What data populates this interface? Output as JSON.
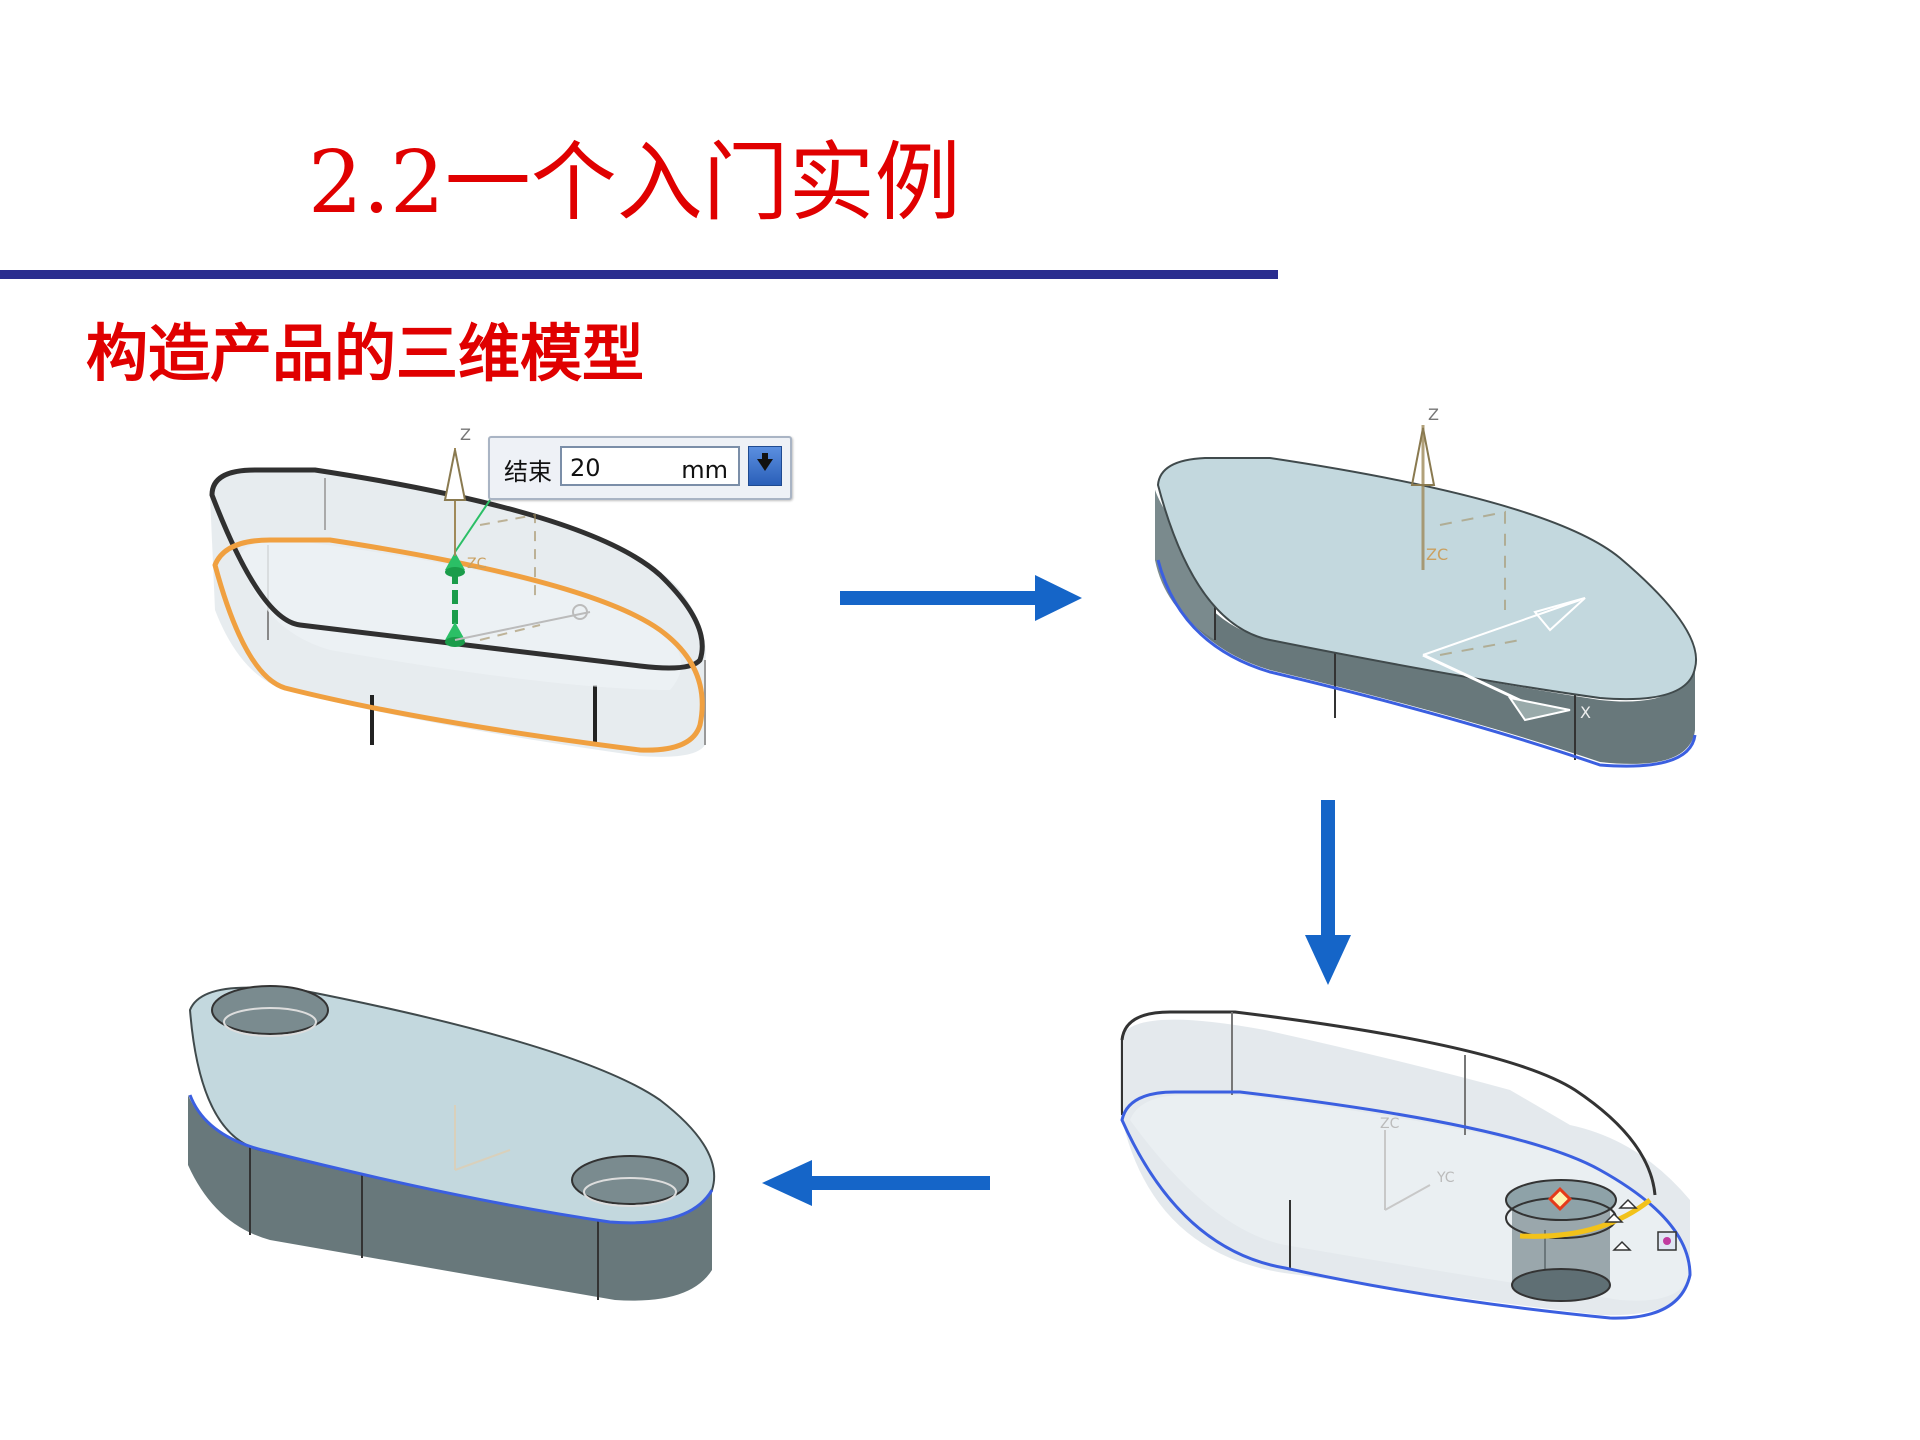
{
  "slide": {
    "title": "2.2一个入门实例",
    "subtitle": "构造产品的三维模型"
  },
  "extrude_dialog": {
    "label": "结束",
    "value": "20",
    "unit": "mm"
  },
  "axis_labels": {
    "z": "Z",
    "zc": "ZC",
    "yc": "YC",
    "x": "X"
  },
  "colors": {
    "title": "#e00000",
    "rule": "#2b2e8f",
    "arrow": "#1565c8",
    "sketch_curve": "#f0a040",
    "solid_top": "#c3d8de",
    "solid_side": "#6b7d80"
  }
}
